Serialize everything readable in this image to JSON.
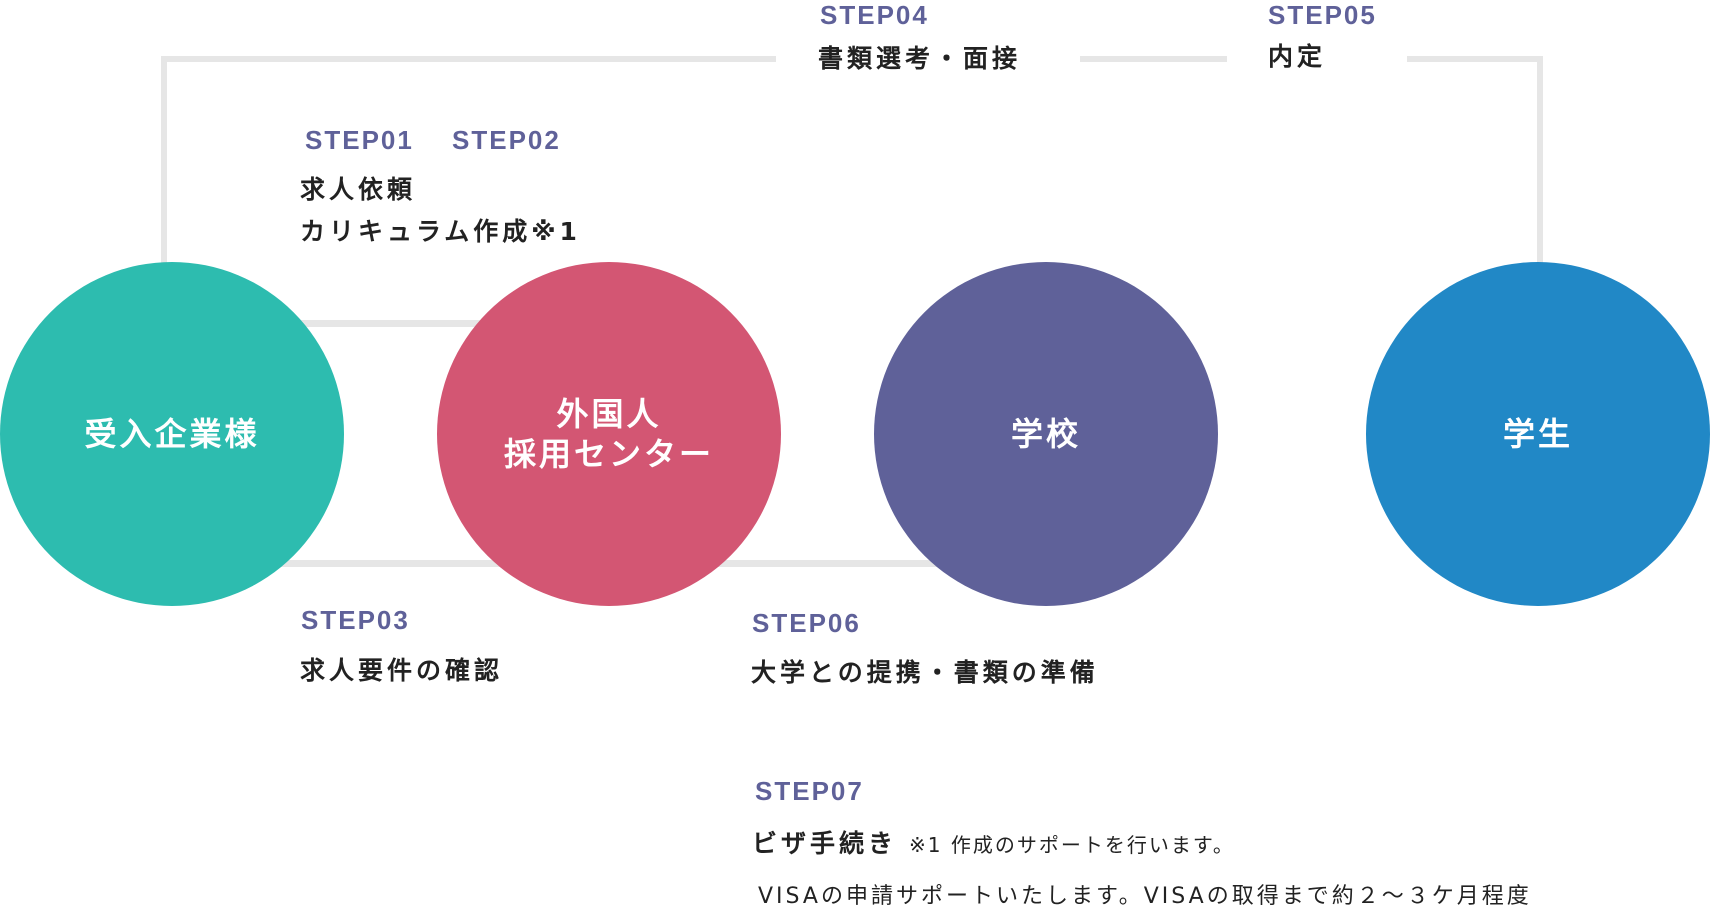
{
  "colors": {
    "company": "#2dbcaf",
    "center": "#d35673",
    "school": "#5f6199",
    "student": "#2188c6",
    "step": "#5f6199",
    "line": "#e6e6e6"
  },
  "nodes": {
    "company": "受入企業様",
    "center_line1": "外国人",
    "center_line2": "採用センター",
    "school": "学校",
    "student": "学生"
  },
  "steps": {
    "s01": "STEP01",
    "s02": "STEP02",
    "s01_text": "求人依頼",
    "s02_text": "カリキュラム作成※1",
    "s03": "STEP03",
    "s03_text": "求人要件の確認",
    "s04": "STEP04",
    "s04_text": "書類選考・面接",
    "s05": "STEP05",
    "s05_text": "内定",
    "s06": "STEP06",
    "s06_text": "大学との提携・書類の準備",
    "s07": "STEP07",
    "s07_text": "ビザ手続き",
    "s07_note": "※1 作成のサポートを行います。",
    "s07_desc": "VISAの申請サポートいたします。VISAの取得まで約２～３ケ月程度"
  }
}
